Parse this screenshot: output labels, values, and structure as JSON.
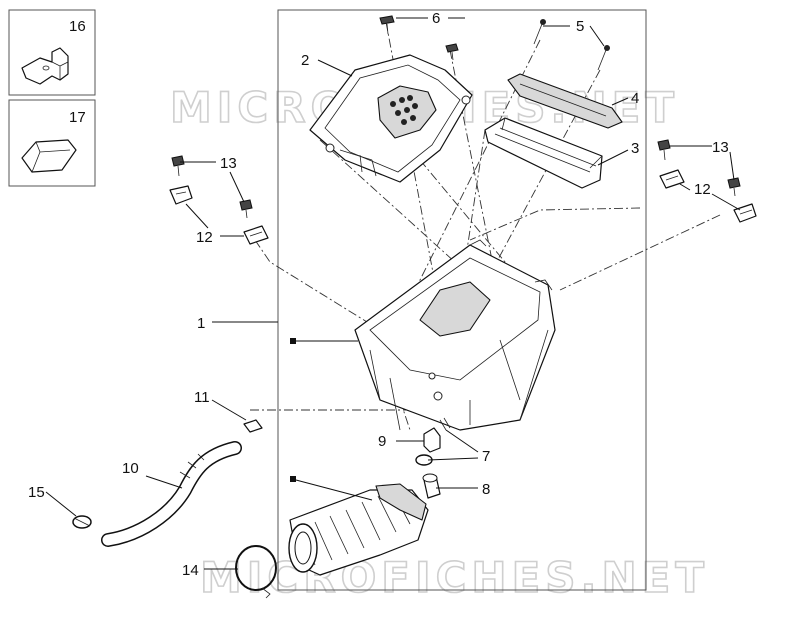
{
  "watermark": "MICROFICHES.NET",
  "callouts": {
    "n1": "1",
    "n2": "2",
    "n3": "3",
    "n4": "4",
    "n5": "5",
    "n6": "6",
    "n7": "7",
    "n8": "8",
    "n9": "9",
    "n10": "10",
    "n11": "11",
    "n12a": "12",
    "n12b": "12",
    "n13a": "13",
    "n13b": "13",
    "n14": "14",
    "n15": "15",
    "n16": "16",
    "n17": "17"
  }
}
